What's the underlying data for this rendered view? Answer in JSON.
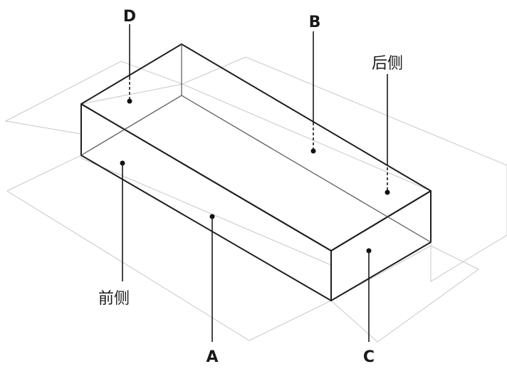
{
  "labels": {
    "a": "A",
    "b": "B",
    "c": "C",
    "d": "D",
    "front": "前侧",
    "back": "后侧"
  },
  "colors": {
    "box_stroke": "#1f1f1f",
    "hatch": "#bdbdbd",
    "text": "#1a1a1a"
  }
}
